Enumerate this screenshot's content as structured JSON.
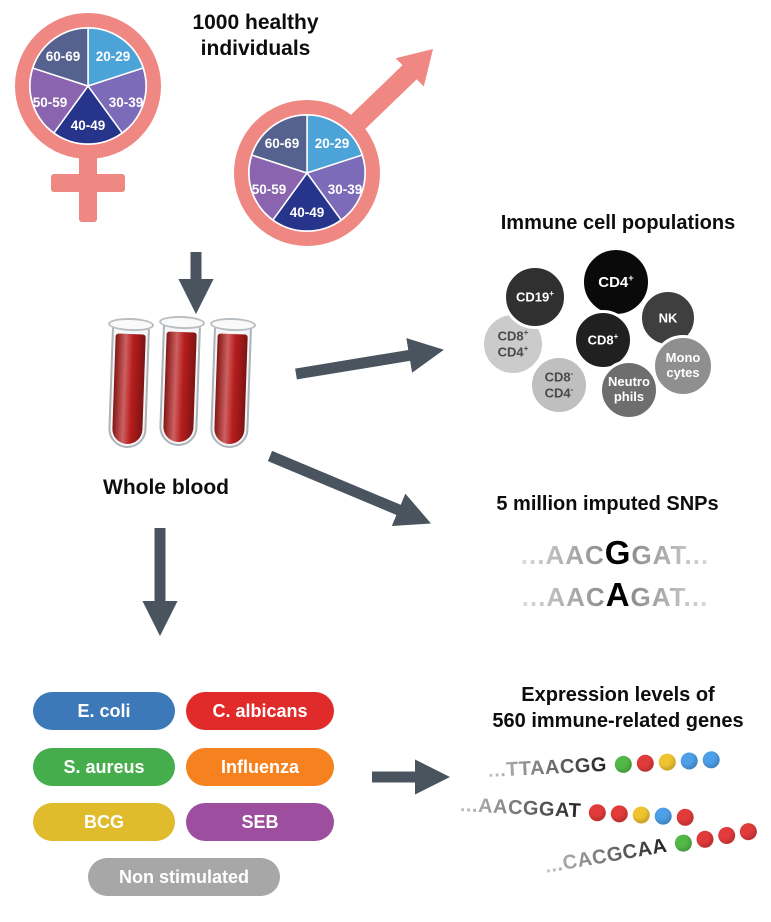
{
  "headings": {
    "individuals": [
      "1000 healthy",
      "individuals"
    ],
    "immune_cells": "Immune cell populations",
    "snps": "5 million imputed SNPs",
    "expression": [
      "Expression levels of",
      "560 immune-related genes"
    ],
    "whole_blood": "Whole blood"
  },
  "colors": {
    "symbol_pink": "#EF8783",
    "arrow_gray": "#4A545E",
    "blood_red": "#B71D1D"
  },
  "age_groups": [
    {
      "label": "20-29",
      "color": "#4BA3D8"
    },
    {
      "label": "30-39",
      "color": "#7C6BB8"
    },
    {
      "label": "40-49",
      "color": "#27348B"
    },
    {
      "label": "50-59",
      "color": "#8A64AE"
    },
    {
      "label": "60-69",
      "color": "#55618F"
    }
  ],
  "immune_cells": [
    {
      "base": "CD19",
      "sup": "+",
      "bg": "#303030",
      "fg": "#FFFFFF"
    },
    {
      "base": "CD4",
      "sup": "+",
      "bg": "#0A0A0A",
      "fg": "#FFFFFF"
    },
    {
      "base": "NK",
      "sup": "",
      "bg": "#3F3F3F",
      "fg": "#FFFFFF"
    },
    {
      "base": "CD8",
      "sup": "+",
      "bg": "#202020",
      "fg": "#FFFFFF"
    },
    {
      "line1_base": "CD8",
      "line1_sup": "+",
      "line2_base": "CD4",
      "line2_sup": "+",
      "bg": "#CBCBCB",
      "fg": "#4A4A4A"
    },
    {
      "line1": "Mono",
      "line2": "cytes",
      "bg": "#8F8F8F",
      "fg": "#FFFFFF"
    },
    {
      "line1_base": "CD8",
      "line1_sup": "-",
      "line2_base": "CD4",
      "line2_sup": "-",
      "bg": "#BFBFBF",
      "fg": "#4A4A4A"
    },
    {
      "line1": "Neutro",
      "line2": "phils",
      "bg": "#6E6E6E",
      "fg": "#FFFFFF"
    }
  ],
  "snp_sequences": [
    {
      "prefix": "...AAC",
      "variant": "G",
      "suffix": "GAT..."
    },
    {
      "prefix": "...AAC",
      "variant": "A",
      "suffix": "GAT..."
    }
  ],
  "stimuli": [
    {
      "label": "E. coli",
      "color": "#3D79B8"
    },
    {
      "label": "C. albicans",
      "color": "#E12A2A"
    },
    {
      "label": "S. aureus",
      "color": "#45AD4C"
    },
    {
      "label": "Influenza",
      "color": "#F5821F"
    },
    {
      "label": "BCG",
      "color": "#E0BC2C"
    },
    {
      "label": "SEB",
      "color": "#9E4E9E"
    },
    {
      "label": "Non stimulated",
      "color": "#A7A7A7"
    }
  ],
  "expression_sequences": [
    {
      "text": "...TTAACGG",
      "dots": [
        "#52B948",
        "#E23B3B",
        "#F0C330",
        "#4D9FE8",
        "#4D9FE8"
      ]
    },
    {
      "text": "...AACGGAT",
      "dots": [
        "#E23B3B",
        "#E23B3B",
        "#F0C330",
        "#4D9FE8",
        "#E23B3B"
      ]
    },
    {
      "text": "...CACGCAA",
      "dots": [
        "#52B948",
        "#E23B3B",
        "#E23B3B",
        "#E23B3B"
      ]
    }
  ]
}
